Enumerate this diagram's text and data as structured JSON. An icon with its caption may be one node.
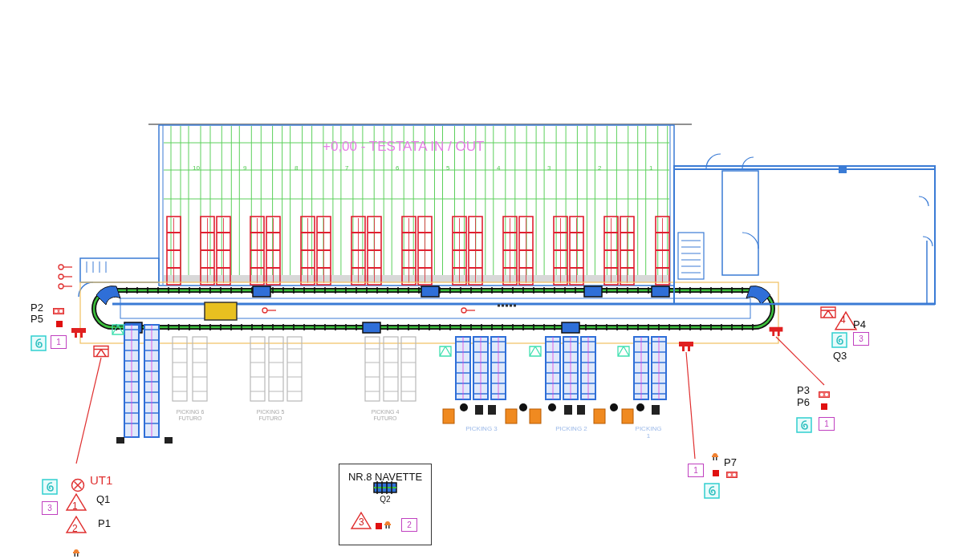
{
  "diagram": {
    "nodes": [
      {
        "text": [
          "UT1",
          "Q1",
          "P1"
        ]
      },
      {
        "text": [],
        "shape": "picture"
      },
      {
        "text": [
          "P7"
        ]
      },
      {
        "text": [
          "P3",
          "P6"
        ]
      },
      {
        "text": [],
        "shape": "picture"
      },
      {
        "text": [
          "NR.8 NAVETTE",
          "Q2"
        ]
      },
      {
        "text": [],
        "shape": "picture"
      }
    ],
    "edges": [
      {
        "from": 0,
        "to": 1,
        "arrow": "none"
      },
      {
        "from": 2,
        "to": 6,
        "arrow": "none"
      },
      {
        "from": 3,
        "to": 4,
        "arrow": "none"
      }
    ],
    "labels": [
      "+0,00 - TESTATA IN / OUT",
      "10",
      "9",
      "8",
      "7",
      "6",
      "5",
      "4",
      "3",
      "2",
      "1",
      "P2",
      "P5",
      "1",
      "4",
      "P4",
      "3",
      "Q3",
      "PICKING 6 FUTURO",
      "PICKING 5 FUTURO",
      "PICKING 4 FUTURO",
      "PICKING 3",
      "PICKING 2",
      "PICKING 1",
      "3",
      "1",
      "2",
      "3",
      "2",
      "1",
      "1"
    ]
  }
}
